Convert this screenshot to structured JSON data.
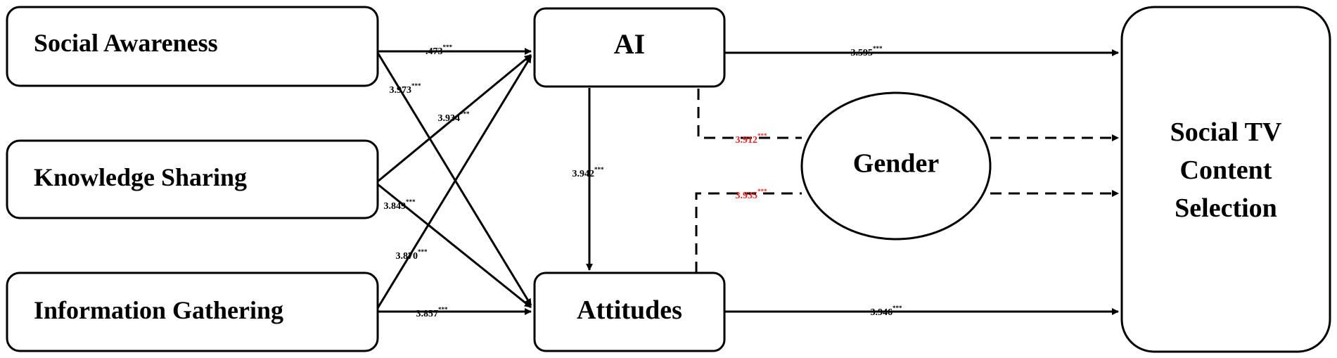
{
  "nodes": {
    "social_awareness": "Social Awareness",
    "knowledge_sharing": "Knowledge Sharing",
    "information_gathering": "Information Gathering",
    "ai": "AI",
    "attitudes": "Attitudes",
    "gender": "Gender",
    "outcome_line1": "Social TV",
    "outcome_line2": "Content",
    "outcome_line3": "Selection"
  },
  "paths": {
    "sa_ai": {
      "value": ".473",
      "sig": "***"
    },
    "sa_att": {
      "value": "3.973",
      "sig": "***"
    },
    "ks_ai": {
      "value": "3.934",
      "sig": "***"
    },
    "ks_att": {
      "value": "3.849",
      "sig": "***"
    },
    "ig_ai": {
      "value": "3.870",
      "sig": "***"
    },
    "ig_att": {
      "value": "3.857",
      "sig": "***"
    },
    "ai_att": {
      "value": "3.942",
      "sig": "***"
    },
    "ai_out": {
      "value": "3.595",
      "sig": "***"
    },
    "att_out": {
      "value": "3.946",
      "sig": "***"
    },
    "ai_gender": {
      "value": "3.912",
      "sig": "***"
    },
    "att_gender": {
      "value": "3.935",
      "sig": "***"
    }
  },
  "colors": {
    "line": "#000000",
    "moderation_label": "#e5231e"
  }
}
